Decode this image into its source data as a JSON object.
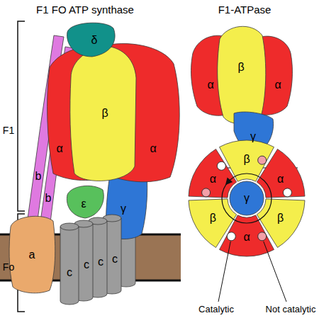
{
  "diagram": {
    "nodes": [
      {
        "text": [
          "δ"
        ]
      },
      {
        "text": [
          "b",
          "b"
        ]
      },
      {
        "text": [
          "α"
        ]
      },
      {
        "text": [
          "β"
        ]
      },
      {
        "text": [
          "α"
        ]
      },
      {
        "text": [
          "ε"
        ]
      },
      {
        "text": [
          "γ"
        ]
      },
      {
        "text": [
          "a"
        ]
      },
      {
        "text": [
          "c"
        ]
      },
      {
        "text": [
          "c"
        ]
      },
      {
        "text": [
          "c"
        ]
      },
      {
        "text": [
          "c"
        ]
      },
      {
        "text": [
          "α"
        ]
      },
      {
        "text": [
          "β"
        ]
      },
      {
        "text": [
          "α"
        ]
      },
      {
        "text": [
          "γ"
        ]
      },
      {
        "text": [
          "β"
        ]
      },
      {
        "text": [
          "α"
        ]
      },
      {
        "text": [
          "α"
        ]
      },
      {
        "text": [
          "γ"
        ]
      },
      {
        "text": [
          "β"
        ]
      },
      {
        "text": [
          "β"
        ]
      },
      {
        "text": [
          "α"
        ]
      }
    ],
    "labels": [
      "F1 FO ATP synthase",
      "F1-ATPase",
      "F1",
      "Fo",
      "Catalytic",
      "Not catalytic"
    ]
  }
}
